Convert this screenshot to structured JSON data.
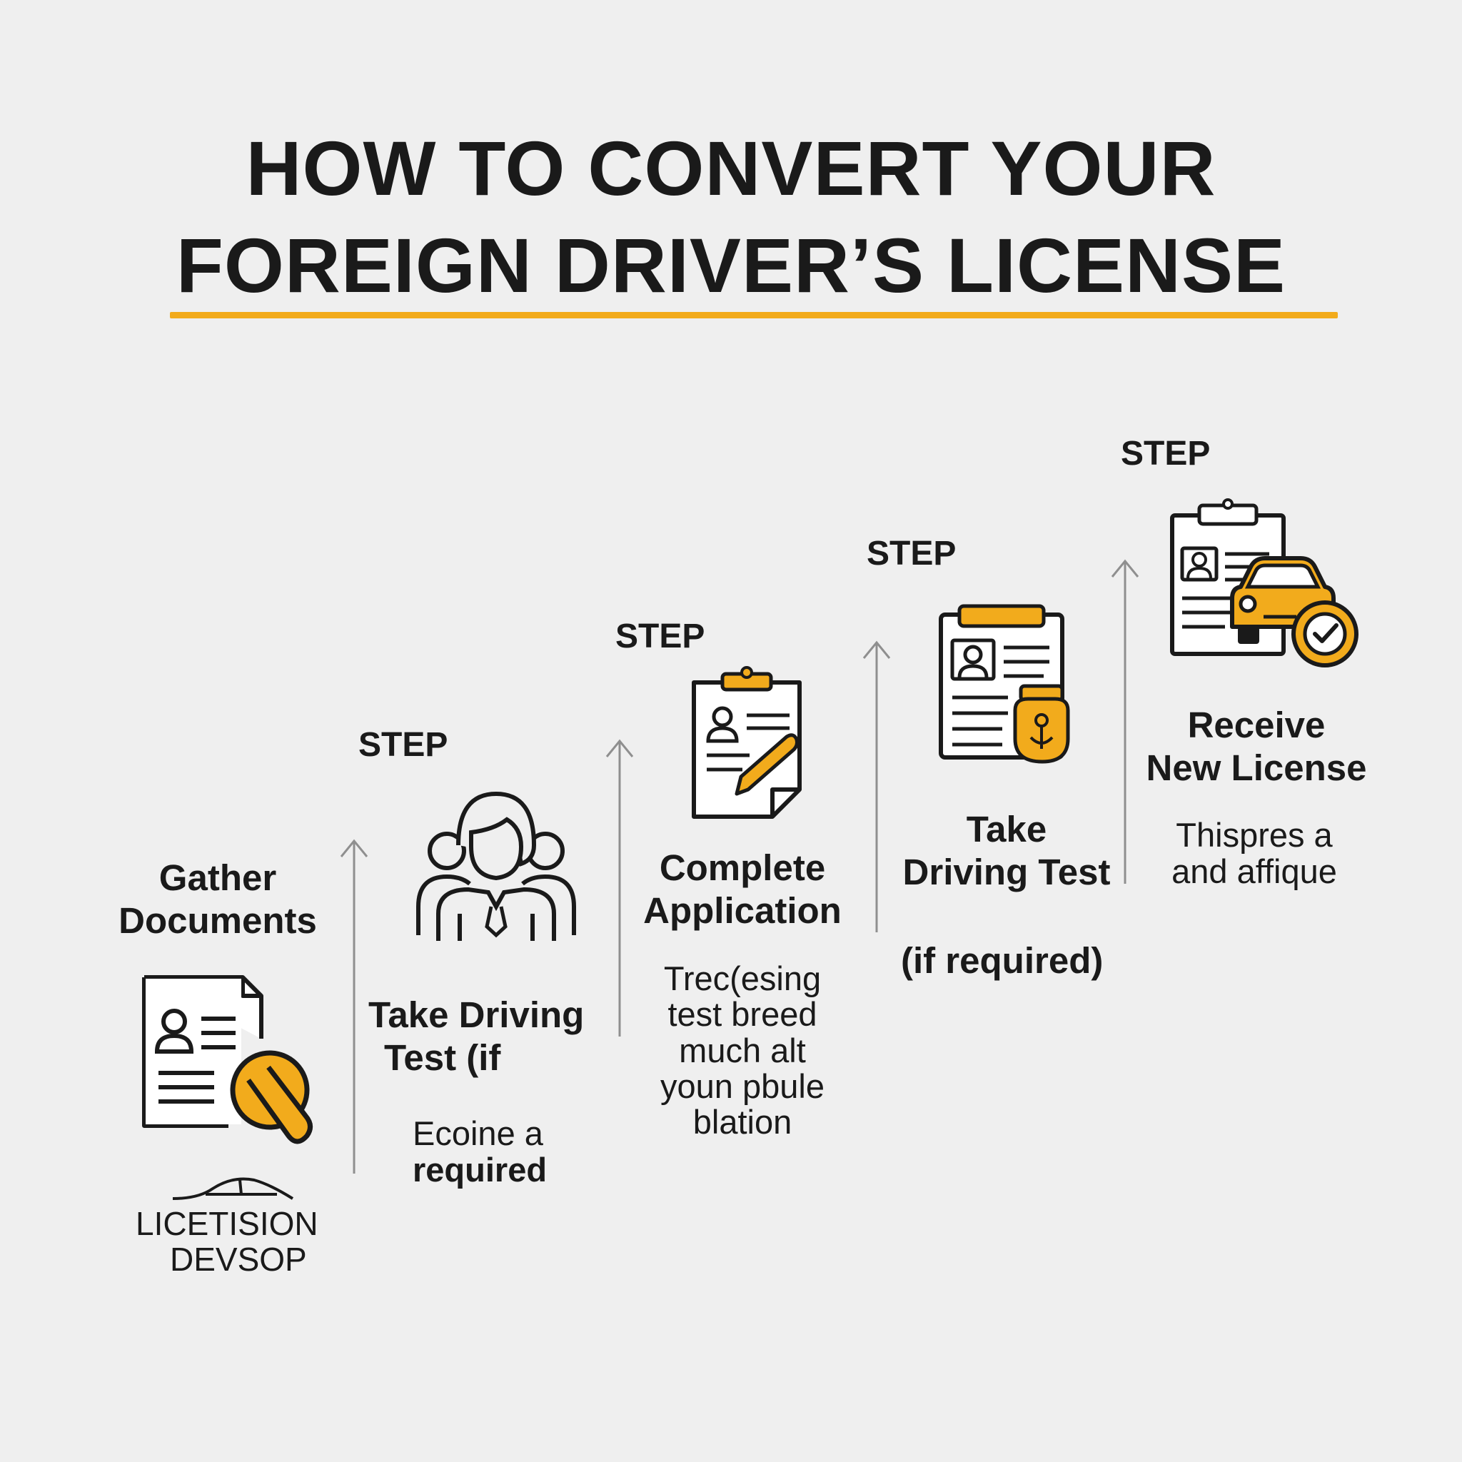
{
  "title": {
    "line1": "HOW TO CONVERT YOUR",
    "line2": "FOREIGN DRIVER’S LICENSE",
    "accent_color": "#f2ab1c"
  },
  "steps": [
    {
      "heading": [
        "Gather",
        "Documents"
      ],
      "icon": "document-with-badge-icon",
      "caption": [
        "LICETISION",
        "DEVSOP"
      ]
    },
    {
      "label": "STEP",
      "heading": [
        "Take Driving",
        "Test (if"
      ],
      "icon": "person-group-icon",
      "body": [
        "Ecoine a",
        "required"
      ]
    },
    {
      "label": "STEP",
      "heading": [
        "Complete",
        "Application"
      ],
      "icon": "clipboard-pencil-icon",
      "body": [
        "Trec(esing",
        "test breed",
        "much  alt",
        "youn pbule",
        "blation"
      ]
    },
    {
      "label": "STEP",
      "heading": [
        "Take",
        "Driving Test"
      ],
      "icon": "clipboard-jar-icon",
      "note": "(if required)"
    },
    {
      "label": "STEP",
      "heading": [
        "Receive",
        "New License"
      ],
      "icon": "clipboard-car-check-icon",
      "body": [
        "Thispres a",
        "and affique"
      ]
    }
  ]
}
